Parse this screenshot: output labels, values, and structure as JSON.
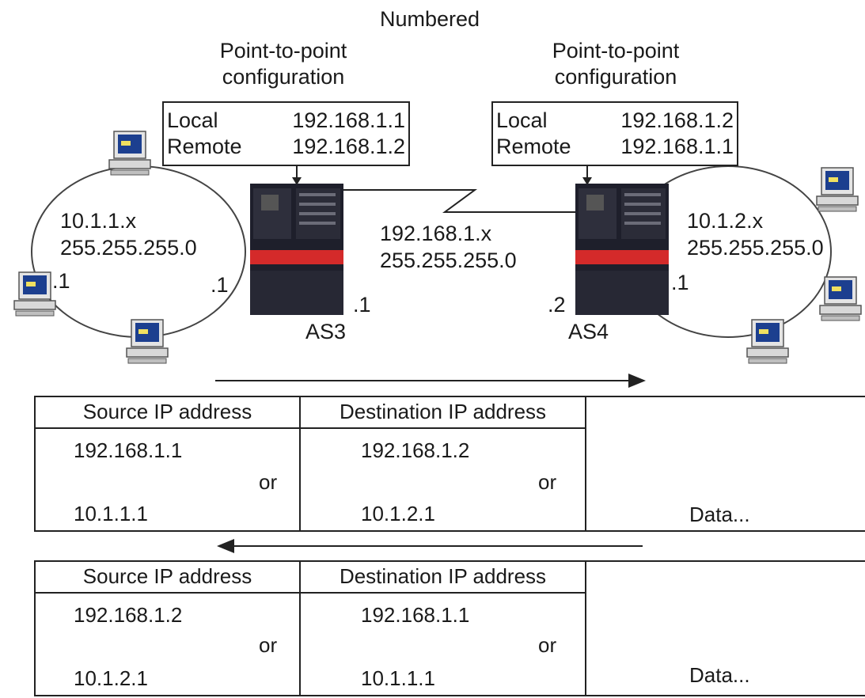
{
  "title": "Numbered",
  "left_config": {
    "heading_line1": "Point-to-point",
    "heading_line2": "configuration",
    "local_label": "Local",
    "local_value": "192.168.1.1",
    "remote_label": "Remote",
    "remote_value": "192.168.1.2"
  },
  "right_config": {
    "heading_line1": "Point-to-point",
    "heading_line2": "configuration",
    "local_label": "Local",
    "local_value": "192.168.1.2",
    "remote_label": "Remote",
    "remote_value": "192.168.1.1"
  },
  "left_network": {
    "address": "10.1.1.x",
    "mask": "255.255.255.0",
    "pc_host": ".1",
    "as_host": ".1"
  },
  "right_network": {
    "address": "10.1.2.x",
    "mask": "255.255.255.0",
    "as_host": ".1"
  },
  "link": {
    "address": "192.168.1.x",
    "mask": "255.255.255.0",
    "left_host": ".1",
    "right_host": ".2"
  },
  "servers": {
    "left": "AS3",
    "right": "AS4"
  },
  "outbound_packet": {
    "col1_header": "Source IP address",
    "col2_header": "Destination IP address",
    "src_primary": "192.168.1.1",
    "src_alt": "10.1.1.1",
    "dst_primary": "192.168.1.2",
    "dst_alt": "10.1.2.1",
    "or_label": "or",
    "data_label": "Data..."
  },
  "return_packet": {
    "col1_header": "Source IP address",
    "col2_header": "Destination IP address",
    "src_primary": "192.168.1.2",
    "src_alt": "10.1.2.1",
    "dst_primary": "192.168.1.1",
    "dst_alt": "10.1.1.1",
    "or_label": "or",
    "data_label": "Data..."
  },
  "icons": [
    "desktop-pc-icon",
    "as400-server-icon",
    "direction-arrow-icon"
  ],
  "colors": {
    "server_body": "#1e1f2b",
    "server_stripe": "#d42a2a",
    "pc_screen": "#1c3f8f",
    "line": "#222222"
  }
}
